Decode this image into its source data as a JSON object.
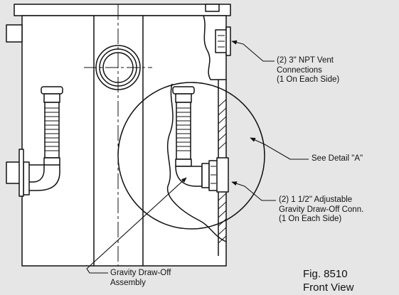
{
  "callouts": {
    "vent": {
      "line1": "(2) 3\" NPT Vent",
      "line2": "Connections",
      "line3": "(1 On Each Side)"
    },
    "detail": {
      "line1": "See Detail \"A\""
    },
    "drawoff_conn": {
      "line1": "(2) 1 1/2\" Adjustable",
      "line2": "Gravity Draw-Off Conn.",
      "line3": "(1 On Each Side)"
    },
    "assembly": {
      "line1": "Gravity Draw-Off",
      "line2": "Assembly"
    }
  },
  "figure": {
    "number": "Fig. 8510",
    "view": "Front View"
  },
  "colors": {
    "background": "#e6e6e6",
    "line": "#111111",
    "paper": "#ffffff"
  }
}
